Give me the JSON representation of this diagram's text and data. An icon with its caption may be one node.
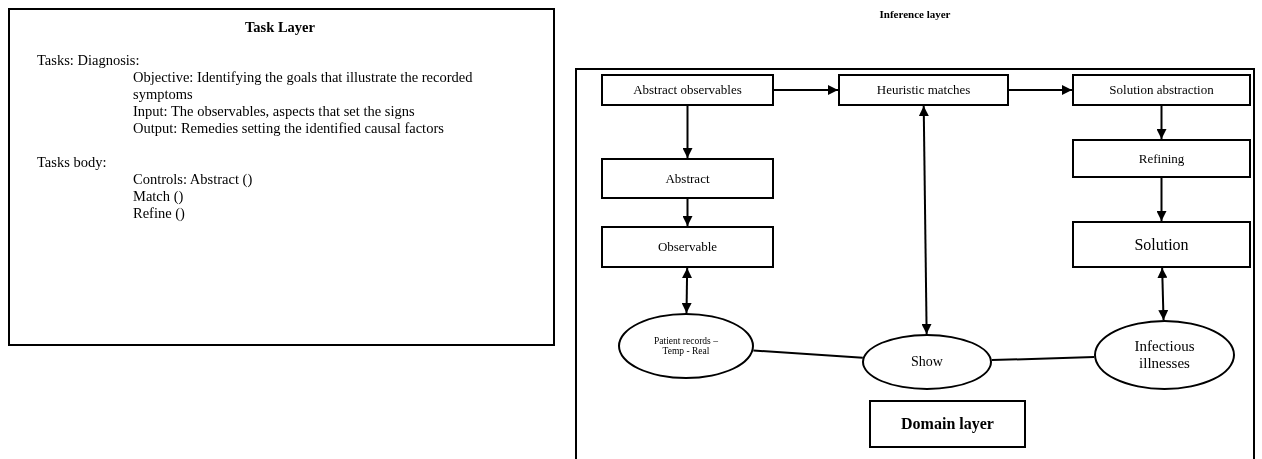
{
  "diagram": {
    "nodes": [
      {
        "text": [
          "Task Layer",
          "Tasks: Diagnosis:",
          "Objective: Identifying the goals that illustrate the recorded symptoms",
          "Input: The observables, aspects that set the signs",
          "Output: Remedies setting the identified causal factors",
          "Tasks body:",
          "Controls: Abstract ()",
          "Match ()",
          "Refine ()"
        ]
      },
      {
        "text": [
          "Inference layer"
        ]
      },
      {
        "text": [
          "Abstract observables"
        ],
        "in": 1
      },
      {
        "text": [
          "Heuristic matches"
        ],
        "in": 1
      },
      {
        "text": [
          "Solution abstraction"
        ],
        "in": 1
      },
      {
        "text": [
          "Abstract"
        ],
        "in": 1
      },
      {
        "text": [
          "Refining"
        ],
        "in": 1
      },
      {
        "text": [
          "Observable"
        ],
        "in": 1
      },
      {
        "text": [
          "Solution"
        ],
        "in": 1
      },
      {
        "text": [
          "Patient records – Temp - Real"
        ],
        "in": 1
      },
      {
        "text": [
          "Show"
        ],
        "in": 1
      },
      {
        "text": [
          "Infectious illnesses"
        ],
        "in": 1
      },
      {
        "text": [
          "Domain layer"
        ],
        "in": 1
      }
    ],
    "edges": [
      {
        "from": 2,
        "to": 3,
        "arrow": "to"
      },
      {
        "from": 3,
        "to": 4,
        "arrow": "to"
      },
      {
        "from": 2,
        "to": 5,
        "arrow": "to"
      },
      {
        "from": 5,
        "to": 7,
        "arrow": "to"
      },
      {
        "from": 4,
        "to": 6,
        "arrow": "to"
      },
      {
        "from": 6,
        "to": 8,
        "arrow": "to"
      },
      {
        "from": 7,
        "to": 9,
        "arrow": "both"
      },
      {
        "from": 3,
        "to": 10,
        "arrow": "both"
      },
      {
        "from": 8,
        "to": 11,
        "arrow": "both"
      },
      {
        "from": 9,
        "to": 10,
        "arrow": "none"
      },
      {
        "from": 10,
        "to": 11,
        "arrow": "none"
      }
    ]
  }
}
